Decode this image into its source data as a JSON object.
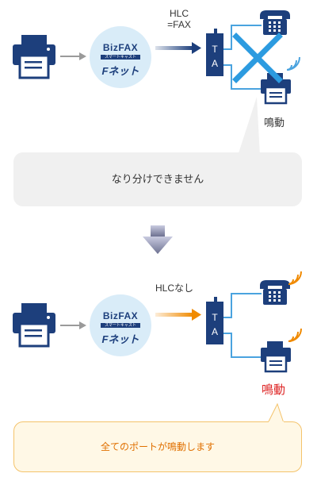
{
  "top": {
    "hlc_line1": "HLC",
    "hlc_line2": "=FAX",
    "ring_label": "鳴動",
    "message": "なり分けできません"
  },
  "bottom": {
    "hlc_label": "HLCなし",
    "ring_label": "鳴動",
    "message": "全てのポートが鳴動します"
  },
  "logo": {
    "biz": "BizFAX",
    "sub": "スマートキャスト",
    "fnet": "Fネット"
  },
  "ta_label": "T A",
  "colors": {
    "navy": "#1d3f7c",
    "arrow_blue": "#1d3f7c",
    "arrow_orange": "#f08a00",
    "line_blue": "#4aa3df",
    "cross": "#2c9be0",
    "ring_red": "#d22222"
  }
}
